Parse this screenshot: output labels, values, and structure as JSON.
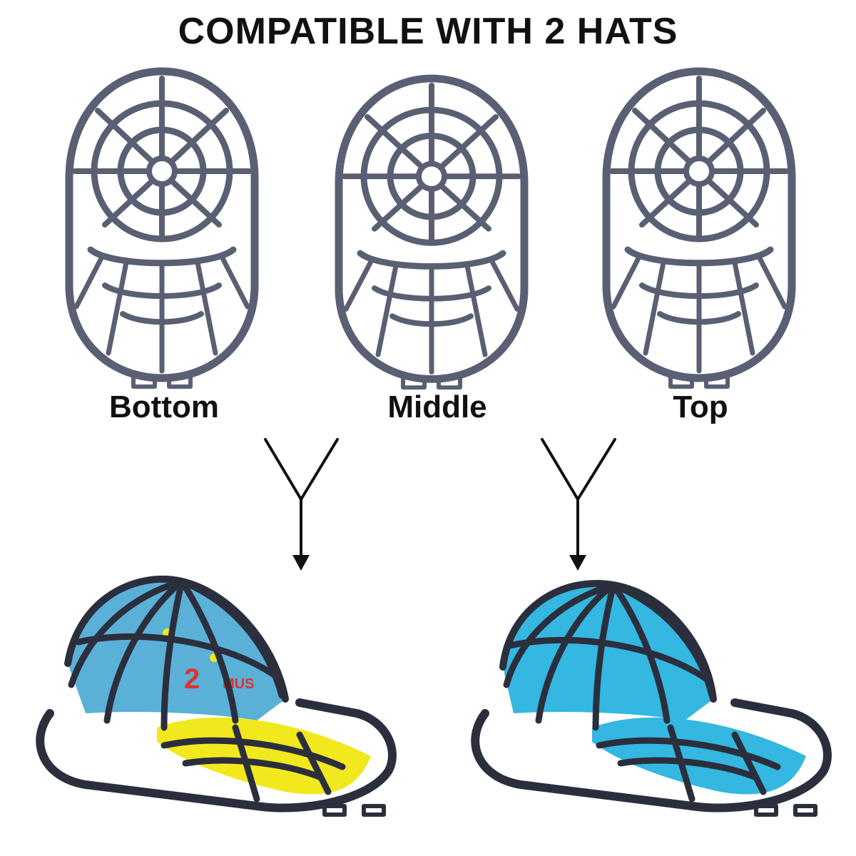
{
  "title": "COMPATIBLE WITH 2 HATS",
  "parts": {
    "bottom": "Bottom",
    "middle": "Middle",
    "top": "Top"
  },
  "hat_print": {
    "number": "2",
    "text": "MUS"
  },
  "colors": {
    "frame": "#5a6073",
    "hat_frame": "#2b2f3d",
    "hat_left_crown": "#5bb0d8",
    "hat_left_brim": "#f2e81e",
    "hat_right": "#34b7e0",
    "text": "#111111"
  },
  "icons": [
    "cage-frame-icon",
    "down-arrow-icon",
    "baseball-cap-icon"
  ]
}
